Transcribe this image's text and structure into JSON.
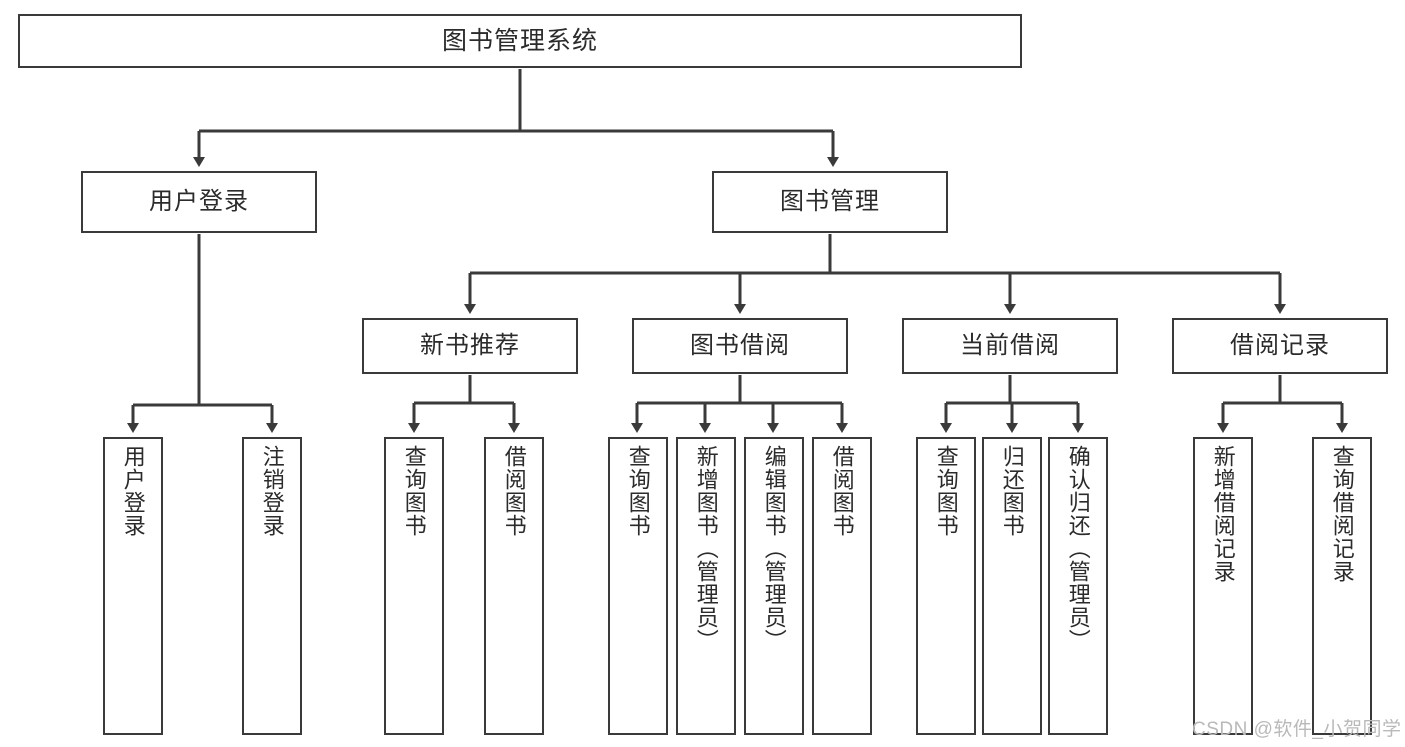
{
  "diagram": {
    "title": "图书管理系统",
    "watermark": "CSDN @软件_小贺同学",
    "colors": {
      "stroke": "#3a3a3a",
      "fill": "#ffffff",
      "text": "#2b2b2b",
      "watermark": "#b9b9b9"
    },
    "levels": {
      "root": {
        "label": "图书管理系统"
      },
      "level2": [
        {
          "label": "用户登录"
        },
        {
          "label": "图书管理"
        }
      ],
      "level3": [
        {
          "label": "新书推荐"
        },
        {
          "label": "图书借阅"
        },
        {
          "label": "当前借阅"
        },
        {
          "label": "借阅记录"
        }
      ],
      "leaves": [
        {
          "label": "用户登录"
        },
        {
          "label": "注销登录"
        },
        {
          "label": "查询图书"
        },
        {
          "label": "借阅图书"
        },
        {
          "label": "查询图书"
        },
        {
          "label": "新增图书（管理员）"
        },
        {
          "label": "编辑图书（管理员）"
        },
        {
          "label": "借阅图书"
        },
        {
          "label": "查询图书"
        },
        {
          "label": "归还图书"
        },
        {
          "label": "确认归还（管理员）"
        },
        {
          "label": "新增借阅记录"
        },
        {
          "label": "查询借阅记录"
        }
      ]
    }
  }
}
